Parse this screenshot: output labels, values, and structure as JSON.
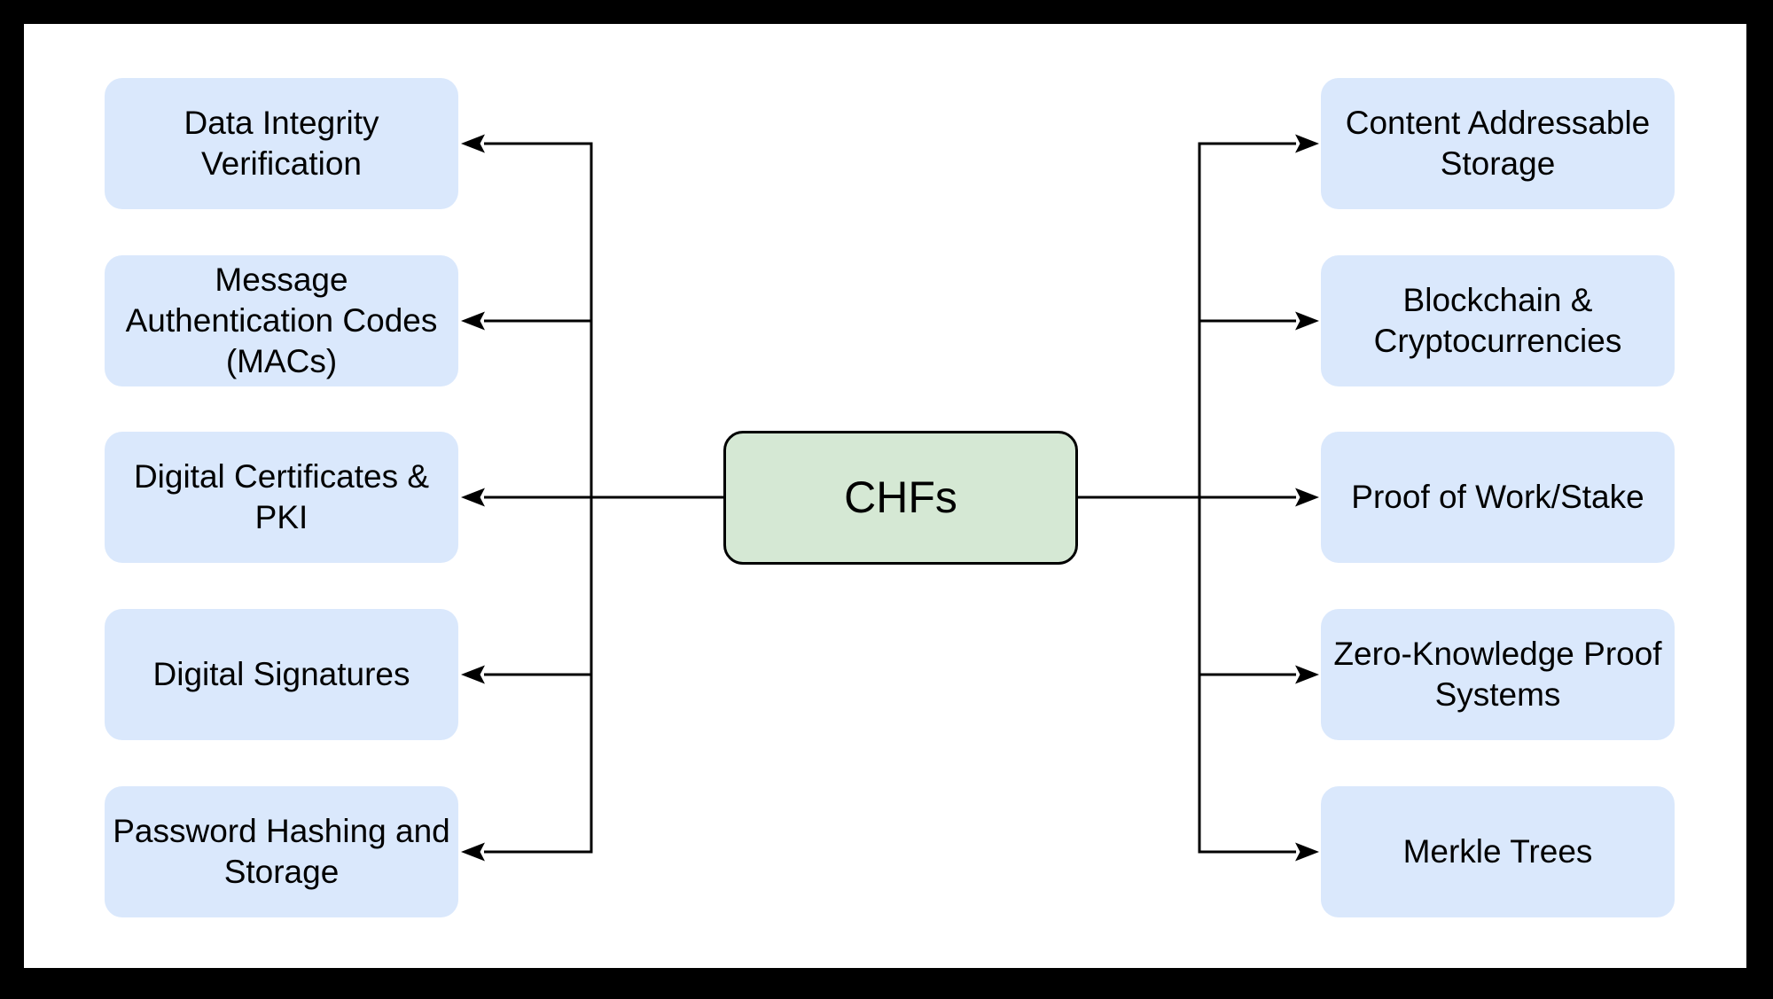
{
  "diagram": {
    "center_node": {
      "label": "CHFs"
    },
    "left_nodes": [
      {
        "label": "Data Integrity\nVerification"
      },
      {
        "label": "Message\nAuthentication Codes\n(MACs)"
      },
      {
        "label": "Digital Certificates &\nPKI"
      },
      {
        "label": "Digital Signatures"
      },
      {
        "label": "Password Hashing and\nStorage"
      }
    ],
    "right_nodes": [
      {
        "label": "Content Addressable\nStorage"
      },
      {
        "label": "Blockchain &\nCryptocurrencies"
      },
      {
        "label": "Proof of Work/Stake"
      },
      {
        "label": "Zero-Knowledge Proof\nSystems"
      },
      {
        "label": "Merkle Trees"
      }
    ],
    "colors": {
      "side_node_fill": "#dae8fc",
      "center_node_fill": "#d5e8d4",
      "connector": "#000000",
      "frame": "#000000",
      "canvas": "#ffffff",
      "text": "#000000"
    }
  }
}
